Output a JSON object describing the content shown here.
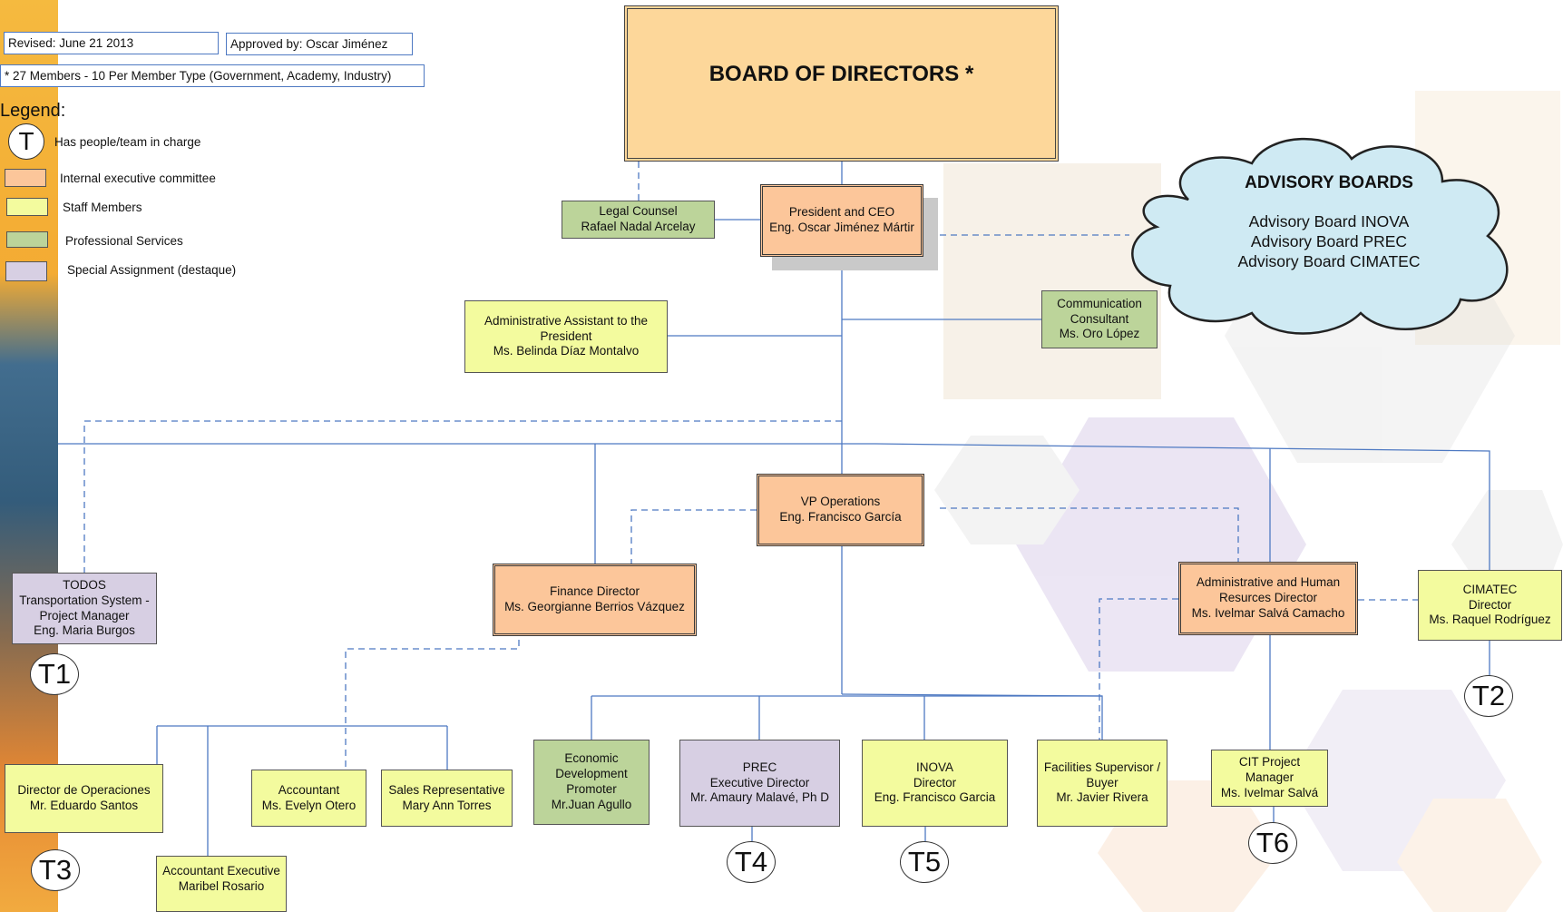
{
  "header": {
    "revised": "Revised: June 21 2013",
    "approved": "Approved by: Oscar Jiménez",
    "members_note": "* 27 Members - 10 Per Member Type (Government, Academy, Industry)"
  },
  "legend": {
    "title": "Legend:",
    "items": [
      {
        "symbol": "T",
        "label": "Has people/team in charge"
      },
      {
        "label": "Internal executive committee",
        "color": "#fcc69a"
      },
      {
        "label": "Staff Members",
        "color": "#f3fb9e"
      },
      {
        "label": "Professional Services",
        "color": "#bcd49a"
      },
      {
        "label": "Special Assignment (destaque)",
        "color": "#d7cfe3"
      }
    ]
  },
  "board": {
    "title": "BOARD OF DIRECTORS *"
  },
  "advisory": {
    "title": "ADVISORY BOARDS",
    "items": [
      "Advisory Board INOVA",
      "Advisory Board PREC",
      "Advisory Board CIMATEC"
    ]
  },
  "nodes": {
    "legal": [
      "Legal Counsel",
      "Rafael Nadal Arcelay"
    ],
    "president": [
      "President and CEO",
      "Eng. Oscar Jiménez Mártir"
    ],
    "admin_assistant": [
      "Administrative Assistant to the",
      "President",
      "Ms. Belinda Díaz Montalvo"
    ],
    "comm": [
      "Communication",
      "Consultant",
      "Ms. Oro López"
    ],
    "vp": [
      "VP Operations",
      "Eng. Francisco García"
    ],
    "todos": [
      "TODOS",
      "Transportation System -",
      "Project Manager",
      "Eng. Maria Burgos"
    ],
    "finance": [
      "Finance Director",
      "Ms. Georgianne Berrios Vázquez"
    ],
    "hr": [
      "Administrative and Human",
      "Resurces Director",
      "Ms. Ivelmar Salvá Camacho"
    ],
    "cimatec": [
      "CIMATEC",
      "Director",
      "Ms. Raquel Rodríguez"
    ],
    "dir_ops": [
      "Director de Operaciones",
      "Mr. Eduardo Santos"
    ],
    "accountant": [
      "Accountant",
      "Ms. Evelyn Otero"
    ],
    "sales": [
      "Sales Representative",
      "Mary Ann Torres"
    ],
    "acct_exec": [
      "Accountant Executive",
      "Maribel Rosario"
    ],
    "econ": [
      "Economic",
      "Development",
      "Promoter",
      "Mr.Juan Agullo"
    ],
    "prec": [
      "PREC",
      "Executive Director",
      "Mr. Amaury Malavé, Ph D"
    ],
    "inova": [
      "INOVA",
      "Director",
      "Eng. Francisco Garcia"
    ],
    "facilities": [
      "Facilities Supervisor /",
      "Buyer",
      "Mr. Javier Rivera"
    ],
    "cit": [
      "CIT Project",
      "Manager",
      "Ms. Ivelmar Salvá"
    ]
  },
  "teams": [
    "T1",
    "T2",
    "T3",
    "T4",
    "T5",
    "T6"
  ],
  "colors": {
    "exec": "#fcc69a",
    "staff": "#f3fb9e",
    "prof": "#bcd49a",
    "spec": "#d7cfe3",
    "board": "#fdd79a",
    "cloud": "#cfeaf3",
    "lines": "#4e79c2"
  }
}
